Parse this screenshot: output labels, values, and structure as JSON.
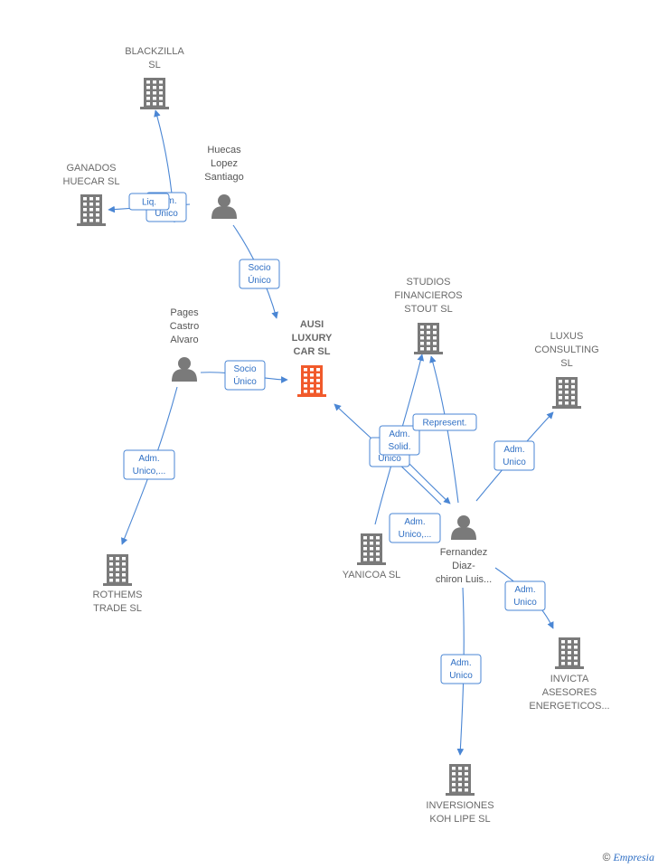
{
  "colors": {
    "company": "#7a7a7a",
    "focus_company": "#f15a2b",
    "person": "#7a7a7a",
    "edge": "#4a86d4"
  },
  "nodes": [
    {
      "id": "blackzilla",
      "kind": "company",
      "icon": "building-icon",
      "label": [
        "BLACKZILLA",
        "SL"
      ]
    },
    {
      "id": "ganados",
      "kind": "company",
      "icon": "building-icon",
      "label": [
        "GANADOS",
        "HUECAR SL"
      ]
    },
    {
      "id": "huecas",
      "kind": "person",
      "icon": "person-icon",
      "label": [
        "Huecas",
        "Lopez",
        "Santiago"
      ]
    },
    {
      "id": "pages",
      "kind": "person",
      "icon": "person-icon",
      "label": [
        "Pages",
        "Castro",
        "Alvaro"
      ]
    },
    {
      "id": "ausi",
      "kind": "focus",
      "icon": "building-icon",
      "label": [
        "AUSI",
        "LUXURY",
        "CAR  SL"
      ]
    },
    {
      "id": "studios",
      "kind": "company",
      "icon": "building-icon",
      "label": [
        "STUDIOS",
        "FINANCIEROS",
        "STOUT  SL"
      ]
    },
    {
      "id": "luxus",
      "kind": "company",
      "icon": "building-icon",
      "label": [
        "LUXUS",
        "CONSULTING",
        "SL"
      ]
    },
    {
      "id": "rothems",
      "kind": "company",
      "icon": "building-icon",
      "label": [
        "ROTHEMS",
        "TRADE  SL"
      ]
    },
    {
      "id": "yanicoa",
      "kind": "company",
      "icon": "building-icon",
      "label": [
        "YANICOA SL"
      ]
    },
    {
      "id": "fernandez",
      "kind": "person",
      "icon": "person-icon",
      "label": [
        "Fernandez",
        "Diaz-",
        "chiron Luis..."
      ]
    },
    {
      "id": "invicta",
      "kind": "company",
      "icon": "building-icon",
      "label": [
        "INVICTA",
        "ASESORES",
        "ENERGETICOS..."
      ]
    },
    {
      "id": "inversiones",
      "kind": "company",
      "icon": "building-icon",
      "label": [
        "INVERSIONES",
        "KOH LIPE  SL"
      ]
    }
  ],
  "edges": [
    {
      "id": "e1",
      "label": [
        "Adm.",
        "Unico"
      ]
    },
    {
      "id": "e2",
      "label": [
        "Liq."
      ]
    },
    {
      "id": "e3",
      "label": [
        "Socio",
        "Único"
      ]
    },
    {
      "id": "e4",
      "label": [
        "Socio",
        "Único"
      ]
    },
    {
      "id": "e5",
      "label": [
        "Adm.",
        "Unico,..."
      ]
    },
    {
      "id": "e6",
      "label": [
        "Adm.",
        "Unico"
      ]
    },
    {
      "id": "e7",
      "label": [
        "Adm.",
        "Solid."
      ]
    },
    {
      "id": "e8",
      "label": [
        "Represent."
      ]
    },
    {
      "id": "e9",
      "label": [
        "Adm.",
        "Unico"
      ]
    },
    {
      "id": "e10",
      "label": [
        "Adm.",
        "Unico,..."
      ]
    },
    {
      "id": "e11",
      "label": [
        "Adm.",
        "Unico"
      ]
    },
    {
      "id": "e12",
      "label": [
        "Adm.",
        "Unico"
      ]
    }
  ],
  "watermark": {
    "symbol": "©",
    "brand": "Empresia"
  }
}
